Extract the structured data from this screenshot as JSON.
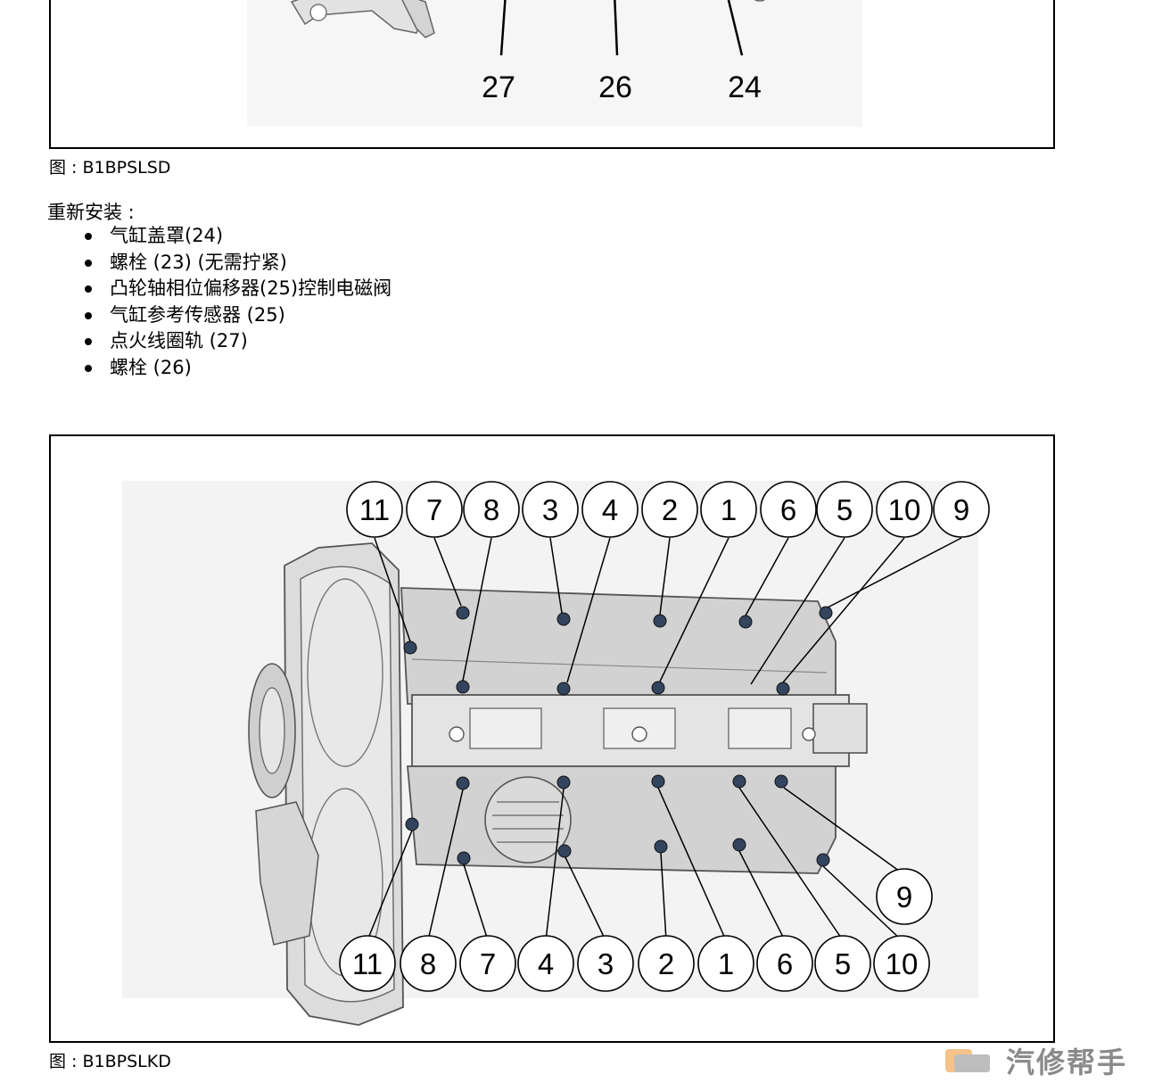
{
  "figure1": {
    "callouts": [
      "27",
      "26",
      "24"
    ],
    "caption": "图 : B1BPSLSD"
  },
  "reinstall": {
    "title": "重新安装 :",
    "items": [
      "气缸盖罩(24)",
      "螺栓 (23) (无需拧紧)",
      "凸轮轴相位偏移器(25)控制电磁阀",
      "气缸参考传感器 (25)",
      "点火线圈轨 (27)",
      "螺栓 (26)"
    ]
  },
  "figure2": {
    "top_callouts": [
      "11",
      "7",
      "8",
      "3",
      "4",
      "2",
      "1",
      "6",
      "5",
      "10",
      "9"
    ],
    "bottom_callouts": [
      "11",
      "8",
      "7",
      "4",
      "3",
      "2",
      "1",
      "6",
      "5",
      "10"
    ],
    "side_callout": "9",
    "caption": "图 : B1BPSLKD"
  },
  "watermark": {
    "text": "汽修帮手"
  }
}
